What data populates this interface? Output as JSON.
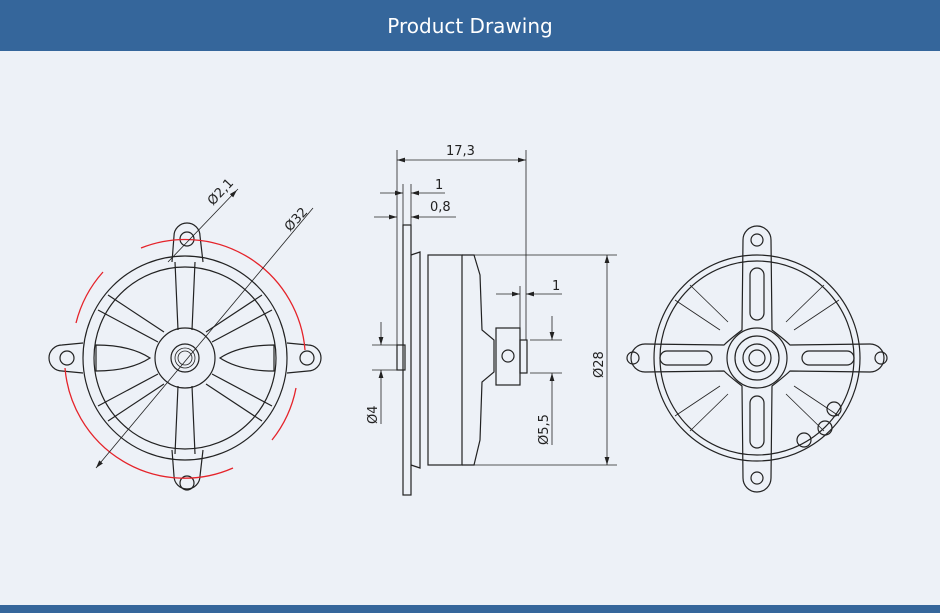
{
  "header": {
    "title": "Product Drawing"
  },
  "colors": {
    "header": "#35669b",
    "background": "#edf1f7",
    "highlight": "#e5232a"
  },
  "dimensions": {
    "front_hole_dia": "Ø2,1",
    "front_mount_dia": "Ø32",
    "side_length": "17,3",
    "side_flange_a": "1",
    "side_flange_b": "0,8",
    "side_shaft_step": "1",
    "side_shaft_dia": "Ø4",
    "side_hub_dia": "Ø5,5",
    "side_body_dia": "Ø28"
  }
}
